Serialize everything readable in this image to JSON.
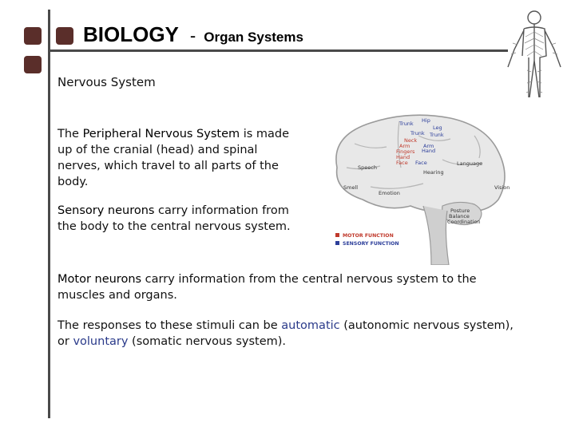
{
  "header": {
    "title": "BIOLOGY",
    "separator": "-",
    "subtitle": "Organ Systems"
  },
  "section_title": "Nervous System",
  "paragraphs": {
    "p1": {
      "before": "The ",
      "highlight": "Peripheral Nervous System",
      "after": " is made up of the cranial (head) and spinal nerves, which travel to all parts of the body."
    },
    "p2": {
      "highlight": "Sensory neurons",
      "after": " carry information from the body to the central nervous system."
    },
    "p3": {
      "highlight": "Motor neurons",
      "after": " carry information from the central nervous system to the muscles and organs."
    },
    "p4": {
      "before": "The responses to these stimuli can be ",
      "automatic": "automatic",
      "middle": " (autonomic nervous system), or ",
      "voluntary": "voluntary",
      "after": " (somatic nervous system)."
    }
  },
  "brain_diagram": {
    "labels": {
      "trunk": "Trunk",
      "hip": "Hip",
      "leg": "Leg",
      "neck": "Neck",
      "arm_left": "Arm",
      "arm_right": "Arm",
      "fingers": "Fingers",
      "hand_left": "Hand",
      "hand_right": "Hand",
      "face_left": "Face",
      "face_right": "Face",
      "speech": "Speech",
      "hearing": "Hearing",
      "language": "Language",
      "smell": "Smell",
      "emotion": "Emotion",
      "vision": "Vision",
      "posture": "Posture",
      "balance": "Balance",
      "coordination": "Coordination"
    },
    "legend": {
      "motor": "MOTOR FUNCTION",
      "sensory": "SENSORY FUNCTION"
    },
    "colors": {
      "motor": "#c0392b",
      "sensory": "#2c3e9a"
    }
  },
  "colors": {
    "accent_square": "#5a2e2a",
    "rule_line": "#4a4a4a",
    "link_blue": "#2a3a8a"
  }
}
